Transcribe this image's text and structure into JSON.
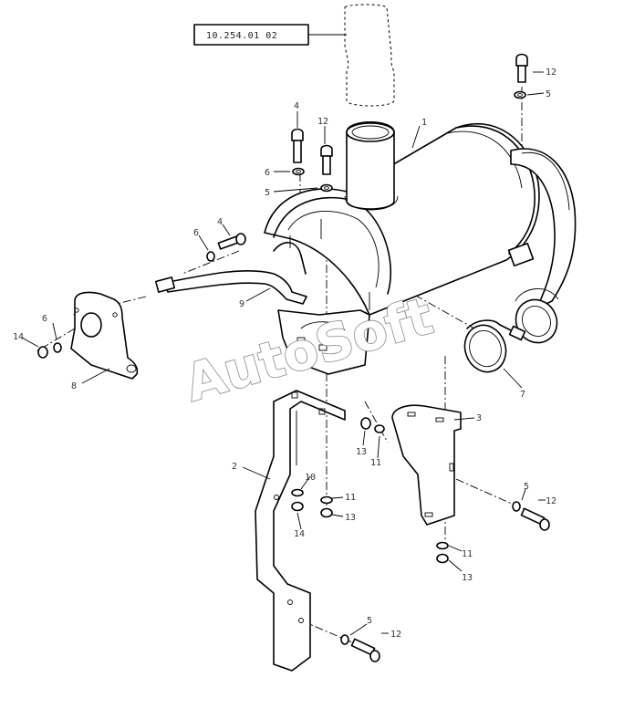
{
  "reference_box": {
    "text": "10.254.01 02"
  },
  "watermark": {
    "text": "AutoSoft"
  },
  "callouts": [
    {
      "id": "c1",
      "text": "1"
    },
    {
      "id": "c2",
      "text": "2"
    },
    {
      "id": "c3",
      "text": "3"
    },
    {
      "id": "c4a",
      "text": "4"
    },
    {
      "id": "c4b",
      "text": "4"
    },
    {
      "id": "c5a",
      "text": "5"
    },
    {
      "id": "c5b",
      "text": "5"
    },
    {
      "id": "c5c",
      "text": "5"
    },
    {
      "id": "c5d",
      "text": "5"
    },
    {
      "id": "c6a",
      "text": "6"
    },
    {
      "id": "c6b",
      "text": "6"
    },
    {
      "id": "c6c",
      "text": "6"
    },
    {
      "id": "c7",
      "text": "7"
    },
    {
      "id": "c8",
      "text": "8"
    },
    {
      "id": "c9",
      "text": "9"
    },
    {
      "id": "c10",
      "text": "10"
    },
    {
      "id": "c11a",
      "text": "11"
    },
    {
      "id": "c11b",
      "text": "11"
    },
    {
      "id": "c11c",
      "text": "11"
    },
    {
      "id": "c12a",
      "text": "12"
    },
    {
      "id": "c12b",
      "text": "12"
    },
    {
      "id": "c12c",
      "text": "12"
    },
    {
      "id": "c12d",
      "text": "12"
    },
    {
      "id": "c13a",
      "text": "13"
    },
    {
      "id": "c13b",
      "text": "13"
    },
    {
      "id": "c13c",
      "text": "13"
    },
    {
      "id": "c14a",
      "text": "14"
    },
    {
      "id": "c14b",
      "text": "14"
    }
  ]
}
